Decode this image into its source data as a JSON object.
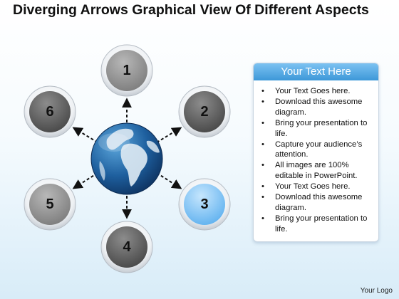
{
  "title": "Diverging Arrows Graphical View Of Different Aspects",
  "colors": {
    "node_gray": "#8a8a8a",
    "node_dark": "#5b5b5b",
    "node_highlight": "#76bef3",
    "globe_ocean": "#1f5e9b",
    "globe_land": "#dbe8f2",
    "header_blue": "#3d98d8"
  },
  "diagram": {
    "center_icon": "globe-icon",
    "nodes": [
      {
        "label": "1",
        "highlighted": false
      },
      {
        "label": "2",
        "highlighted": false
      },
      {
        "label": "3",
        "highlighted": true
      },
      {
        "label": "4",
        "highlighted": false
      },
      {
        "label": "5",
        "highlighted": false
      },
      {
        "label": "6",
        "highlighted": false
      }
    ]
  },
  "panel": {
    "header": "Your Text Here",
    "bullets": [
      "Your Text Goes here.",
      "Download this awesome diagram.",
      "Bring your presentation to life.",
      "Capture your audience’s attention.",
      "All images are 100% editable in PowerPoint.",
      "Your Text Goes here.",
      "Download this awesome diagram.",
      "Bring your presentation to life."
    ]
  },
  "footer": {
    "logo": "Your Logo"
  }
}
